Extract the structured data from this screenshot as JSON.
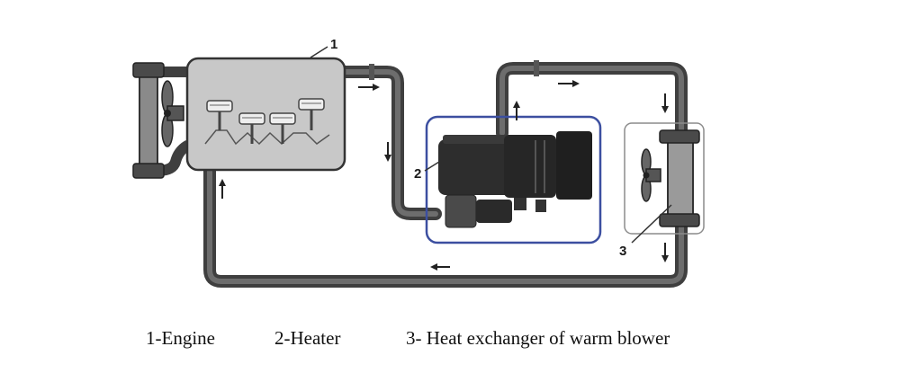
{
  "diagram": {
    "callouts": {
      "engine": "1",
      "heater": "2",
      "exchanger": "3"
    },
    "legend": {
      "engine": "1-Engine",
      "heater": "2-Heater",
      "exchanger": "3- Heat exchanger of warm blower"
    },
    "colors": {
      "pipe": "#4a4a4a",
      "pipe_inner": "#6d6d6d",
      "engine_body": "#c8c8c8",
      "engine_outline": "#333333",
      "heater_body": "#2d2d2d",
      "heater_highlight": "#3c4fa0",
      "exchanger_box": "#8c8c8c",
      "arrow": "#222222"
    },
    "icons": [
      "radiator-fan-icon",
      "piston-icon",
      "blower-fan-icon",
      "flow-arrow-icon"
    ]
  }
}
